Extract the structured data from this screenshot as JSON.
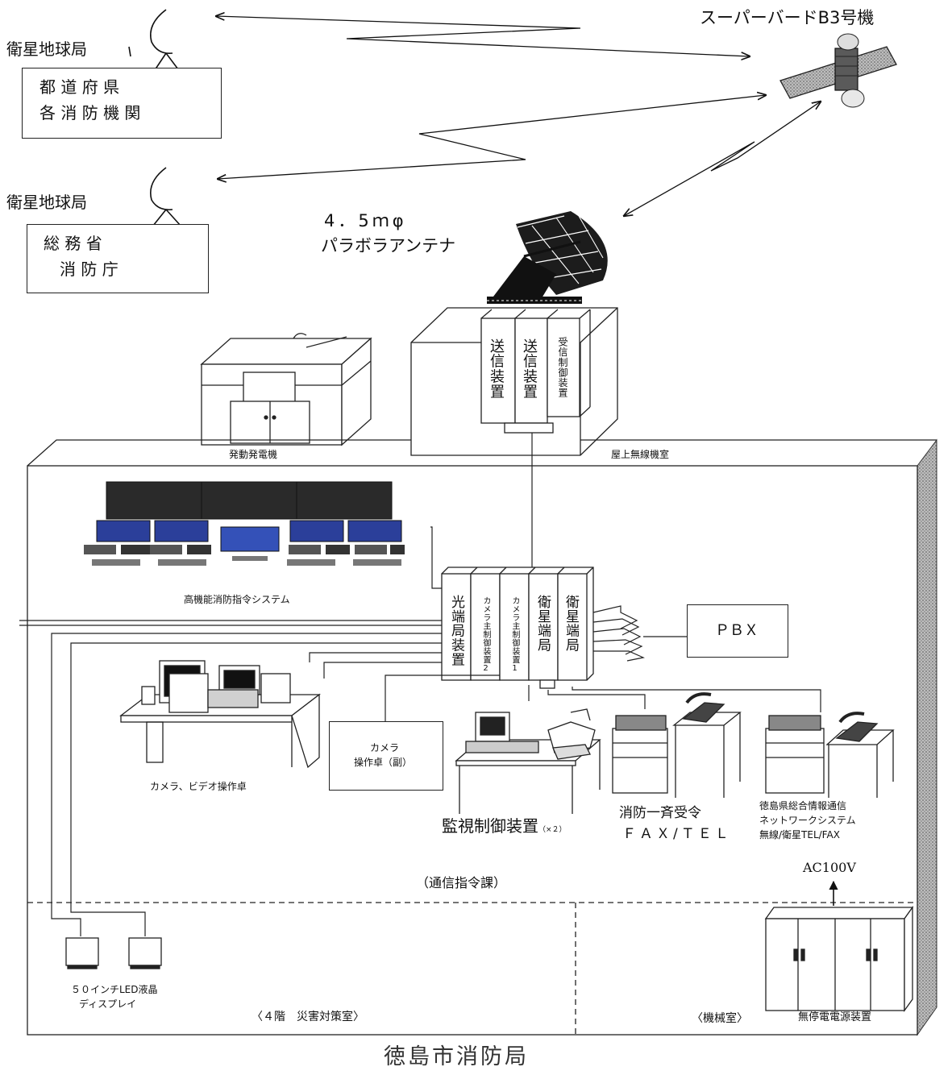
{
  "satellite": {
    "label": "スーパーバードB3号機"
  },
  "ground_stations": [
    {
      "label": "衛星地球局",
      "box_lines": [
        "都 道 府 県",
        "各 消 防 機 関"
      ]
    },
    {
      "label": "衛星地球局",
      "box_lines": [
        "総 務 省",
        "消 防 庁"
      ]
    }
  ],
  "antenna": {
    "size": "4．5ｍφ",
    "name": "パラボラアンテナ"
  },
  "rooftop": {
    "units": [
      "送信装置",
      "送信装置",
      "受信制御装置"
    ],
    "room_label": "屋上無線機室",
    "generator_label": "発動発電機"
  },
  "command_center": {
    "system_label": "高機能消防指令システム",
    "rack_units": [
      "光端局装置",
      "カメラ主制御装置2",
      "カメラ主制御装置1",
      "衛星端局",
      "衛星端局"
    ],
    "pbx_label": "ＰＢＸ",
    "camera_desk_label": "カメラ、ビデオ操作卓",
    "camera_sub_lines": [
      "カメラ",
      "操作卓（副）"
    ],
    "monitor_label": "監視制御装置",
    "monitor_qty": "（×２）",
    "fax_lines": [
      "消防一斉受令",
      "ＦＡＸ/ＴＥＬ"
    ],
    "network_lines": [
      "徳島県総合情報通信",
      "ネットワークシステム",
      "無線/衛星TEL/FAX"
    ],
    "section_label": "（通信指令課）"
  },
  "disaster_room": {
    "display_lines": [
      "５０インチLED液晶",
      "ディスプレイ"
    ],
    "label": "〈４階　災害対策室〉"
  },
  "machine_room": {
    "power_label": "AC100V",
    "ups_label": "無停電電源装置",
    "label": "〈機械室〉"
  },
  "footer": {
    "title": "徳島市消防局"
  }
}
